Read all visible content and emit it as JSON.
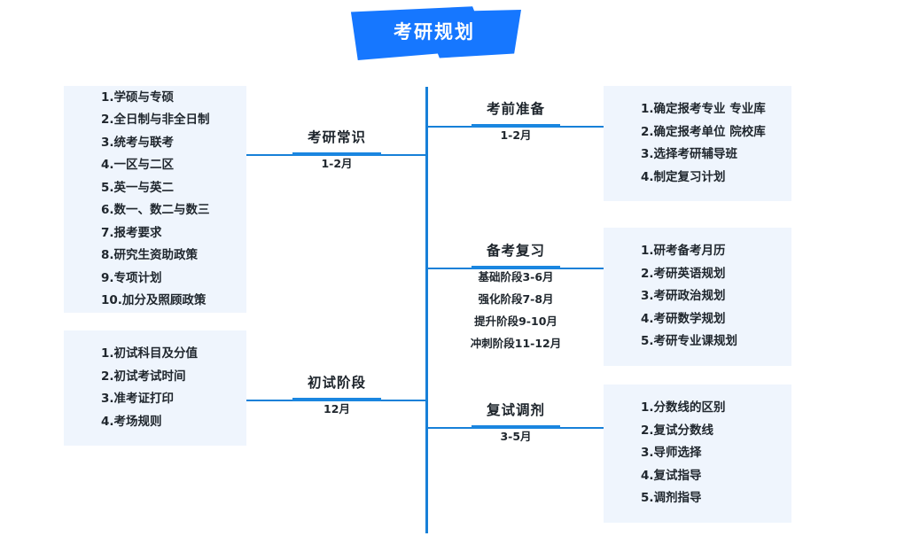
{
  "title": {
    "text": "考研规划",
    "color": "#1677ff"
  },
  "theme": {
    "line_color": "#1780d8",
    "box_bg": "#eff5fd",
    "text_color": "#20272e"
  },
  "branches": [
    {
      "id": "kaoyan-changshi",
      "side": "left",
      "title": "考研常识",
      "period": "1-2月",
      "items": [
        "1.学硕与专硕",
        "2.全日制与非全日制",
        "3.统考与联考",
        "4.一区与二区",
        "5.英一与英二",
        "6.数一、数二与数三",
        "7.报考要求",
        "8.研究生资助政策",
        "9.专项计划",
        "10.加分及照顾政策"
      ]
    },
    {
      "id": "chushi-jieduan",
      "side": "left",
      "title": "初试阶段",
      "period": "12月",
      "items": [
        "1.初试科目及分值",
        "2.初试考试时间",
        "3.准考证打印",
        "4.考场规则"
      ]
    },
    {
      "id": "kaoqian-zhunbei",
      "side": "right",
      "title": "考前准备",
      "period": "1-2月",
      "items": [
        "1.确定报考专业  专业库",
        "2.确定报考单位  院校库",
        "3.选择考研辅导班",
        "4.制定复习计划"
      ]
    },
    {
      "id": "beikao-fuxi",
      "side": "right",
      "title": "备考复习",
      "periods": [
        "基础阶段3-6月",
        "强化阶段7-8月",
        "提升阶段9-10月",
        "冲刺阶段11-12月"
      ],
      "items": [
        "1.研考备考月历",
        "2.考研英语规划",
        "3.考研政治规划",
        "4.考研数学规划",
        "5.考研专业课规划"
      ]
    },
    {
      "id": "fushi-tiaoji",
      "side": "right",
      "title": "复试调剂",
      "period": "3-5月",
      "items": [
        "1.分数线的区别",
        "2.复试分数线",
        "3.导师选择",
        "4.复试指导",
        "5.调剂指导"
      ]
    }
  ]
}
